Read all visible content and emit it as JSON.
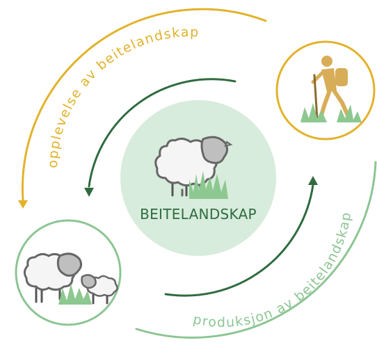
{
  "center": {
    "label": "BEITELANDSKAP",
    "icon": "sheep-on-grass-icon"
  },
  "arcs": {
    "experience_label": "opplevelse av beitelandskap",
    "production_label": "produksjon av beitelandskap"
  },
  "nodes": {
    "hiker": {
      "icon": "hiker-icon"
    },
    "sheep_farm": {
      "icon": "sheep-flock-icon"
    }
  },
  "colors": {
    "yellow": "#e2b22a",
    "dark_green": "#2f6b3f",
    "light_green": "#8cc593",
    "center_fill": "#d7ecdc",
    "hiker_figure": "#d8ad58",
    "grass": "#8cc88f"
  }
}
